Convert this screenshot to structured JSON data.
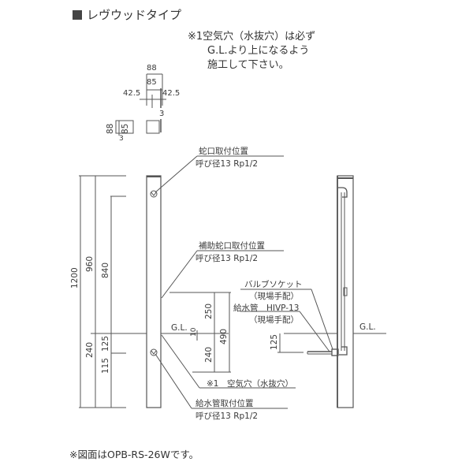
{
  "title": "レヴウッドタイプ",
  "note": {
    "line1": "※1空気穴（水抜穴）は必ず",
    "line2": "G.L.より上になるよう",
    "line3": "施工して下さい。"
  },
  "section_dims": {
    "outer_width": "88",
    "inner_width": "85",
    "left_offset": "42.5",
    "right_offset": "42.5",
    "wall": "3",
    "side_outer": "88",
    "side_inner": "85",
    "side_wall": "3"
  },
  "front_dims": {
    "total_height": "1200",
    "upper_height": "960",
    "faucet_height": "840",
    "below_gl": "240",
    "supply_from_gl": "125",
    "supply_from_bottom": "115"
  },
  "detail_dims": {
    "above_gl": "250",
    "total": "490",
    "below_gl": "240",
    "hole_offset": "10"
  },
  "side_dims": {
    "pipe_below_gl": "125"
  },
  "labels": {
    "faucet_position": "蛇口取付位置",
    "faucet_size": "呼び径13 Rp1/2",
    "aux_faucet_position": "補助蛇口取付位置",
    "aux_faucet_size": "呼び径13 Rp1/2",
    "valve_socket": "バルブソケット",
    "valve_socket_note": "（現場手配）",
    "supply_pipe": "給水管　HIVP-13",
    "supply_pipe_note": "（現場手配）",
    "gl_front": "G.L.",
    "gl_side": "G.L.",
    "air_hole": "※1　空気穴（水抜穴）",
    "supply_position": "給水管取付位置",
    "supply_size": "呼び径13 Rp1/2"
  },
  "footer": "※図面はOPB-RS-26Wです。"
}
